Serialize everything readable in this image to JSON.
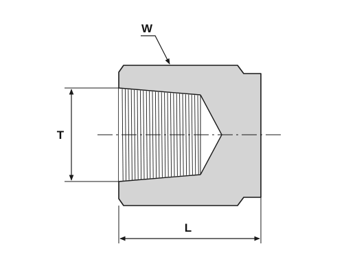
{
  "labels": {
    "width": "W",
    "thread": "T",
    "length": "L"
  },
  "colors": {
    "body_fill": "#d4d4d4",
    "outline": "#1a1a1a",
    "background": "#ffffff"
  }
}
